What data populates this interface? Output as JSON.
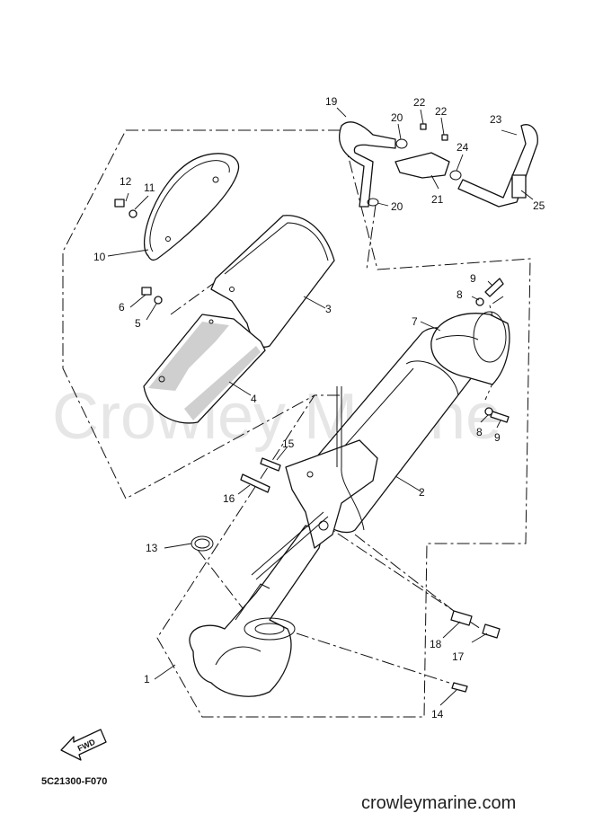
{
  "watermark": "Crowley Marine",
  "diagram_code": "5C21300-F070",
  "footer_site": "crowleymarine.com",
  "fwd_label": "FWD",
  "callouts": [
    "1",
    "2",
    "3",
    "4",
    "5",
    "6",
    "7",
    "8",
    "8",
    "9",
    "9",
    "10",
    "11",
    "12",
    "13",
    "14",
    "15",
    "16",
    "17",
    "18",
    "19",
    "20",
    "20",
    "21",
    "22",
    "22",
    "23",
    "24",
    "25"
  ]
}
